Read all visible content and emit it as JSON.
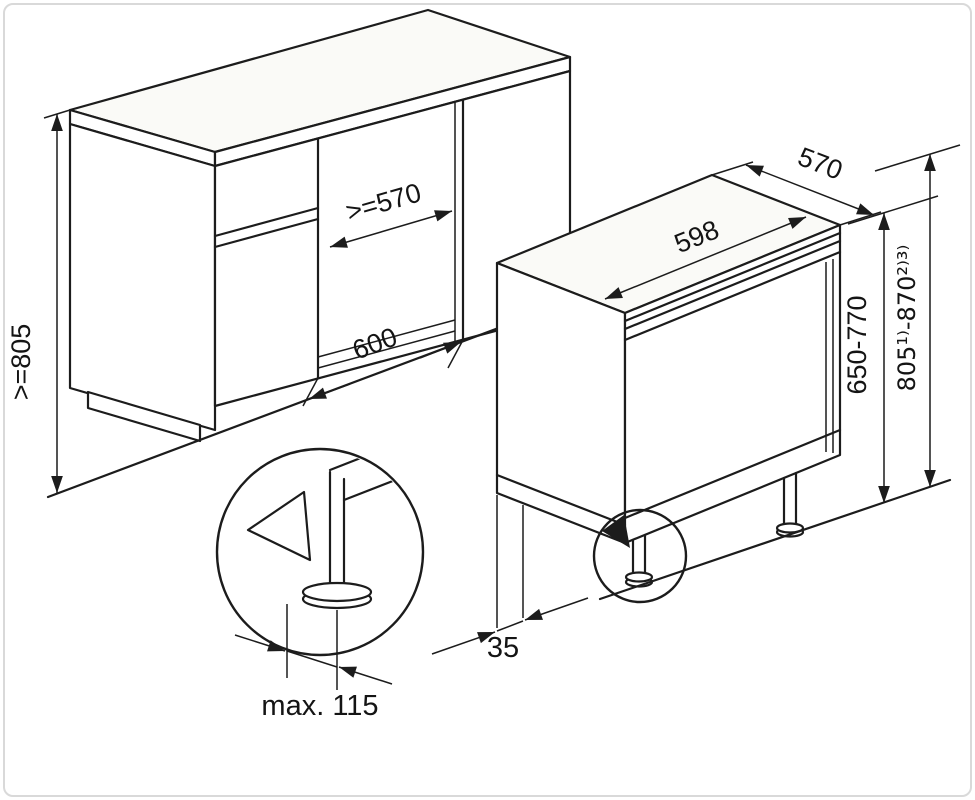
{
  "diagram": {
    "dimensions": {
      "niche_height": ">=805",
      "niche_depth": ">=570",
      "niche_width": "600",
      "appliance_width": "598",
      "appliance_depth": "570",
      "appliance_height": "650-770",
      "overall_height": "805¹⁾-870²⁾³⁾",
      "base_gap": "35",
      "toe_kick_max": "max. 115"
    },
    "colors": {
      "line": "#1c1c1c",
      "background": "#ffffff",
      "frame_border": "#d9d9d9"
    }
  }
}
